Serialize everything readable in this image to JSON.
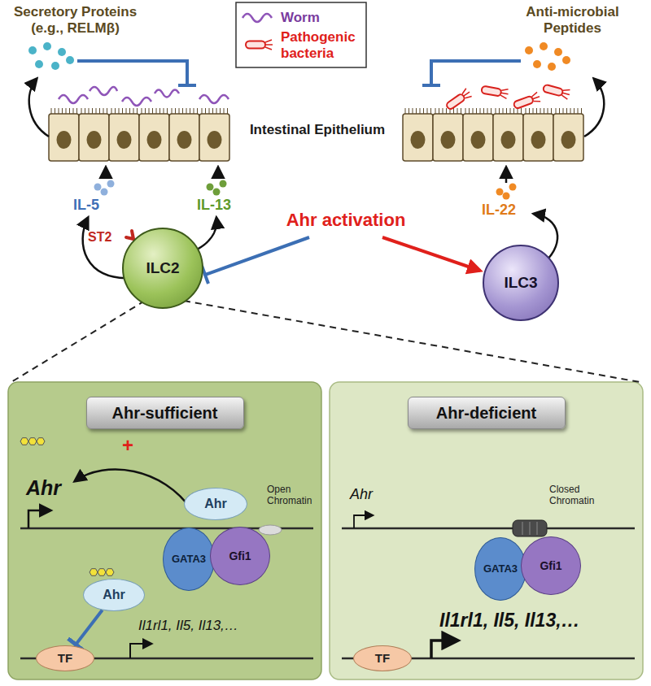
{
  "diagram": {
    "nodes": [
      {
        "text": [
          "ILC2"
        ]
      },
      {
        "text": [
          "ILC3"
        ]
      },
      {
        "text": [
          "ligand",
          "Ahr",
          "Open Chromatin",
          "+",
          "Il1rl1, Il5, Il13,…"
        ]
      },
      {
        "text": [
          "Ahr-sufficient"
        ],
        "in": 2
      },
      {
        "text": [
          "Ahr"
        ],
        "in": 2
      },
      {
        "text": [
          "GATA3"
        ],
        "in": 2
      },
      {
        "text": [
          "Gfi1"
        ],
        "in": 2
      },
      {
        "text": [
          "Ahr"
        ],
        "in": 2
      },
      {
        "text": [
          "TF"
        ],
        "in": 2
      },
      {
        "text": [
          "Ahr",
          "Closed Chromatin",
          "Il1rl1, Il5, Il13,…"
        ]
      },
      {
        "text": [
          "Ahr-deficient"
        ],
        "in": 9
      },
      {
        "text": [
          "GATA3"
        ],
        "in": 9
      },
      {
        "text": [
          "Gfi1"
        ],
        "in": 9
      },
      {
        "text": [
          "TF"
        ],
        "in": 9
      }
    ],
    "edges": [
      {
        "from": 7,
        "to": 8,
        "arrow": "to"
      }
    ],
    "labels": [
      "Secretory Proteins (e.g., RELMβ)",
      "Anti-microbial Peptides",
      "Intestinal Epithelium",
      "IL-5",
      "IL-13",
      "ST2",
      "IL-22",
      "Ahr activation"
    ],
    "legend": [
      {
        "text": "Worm"
      },
      {
        "text": "Pathogenic bacteria"
      }
    ]
  }
}
